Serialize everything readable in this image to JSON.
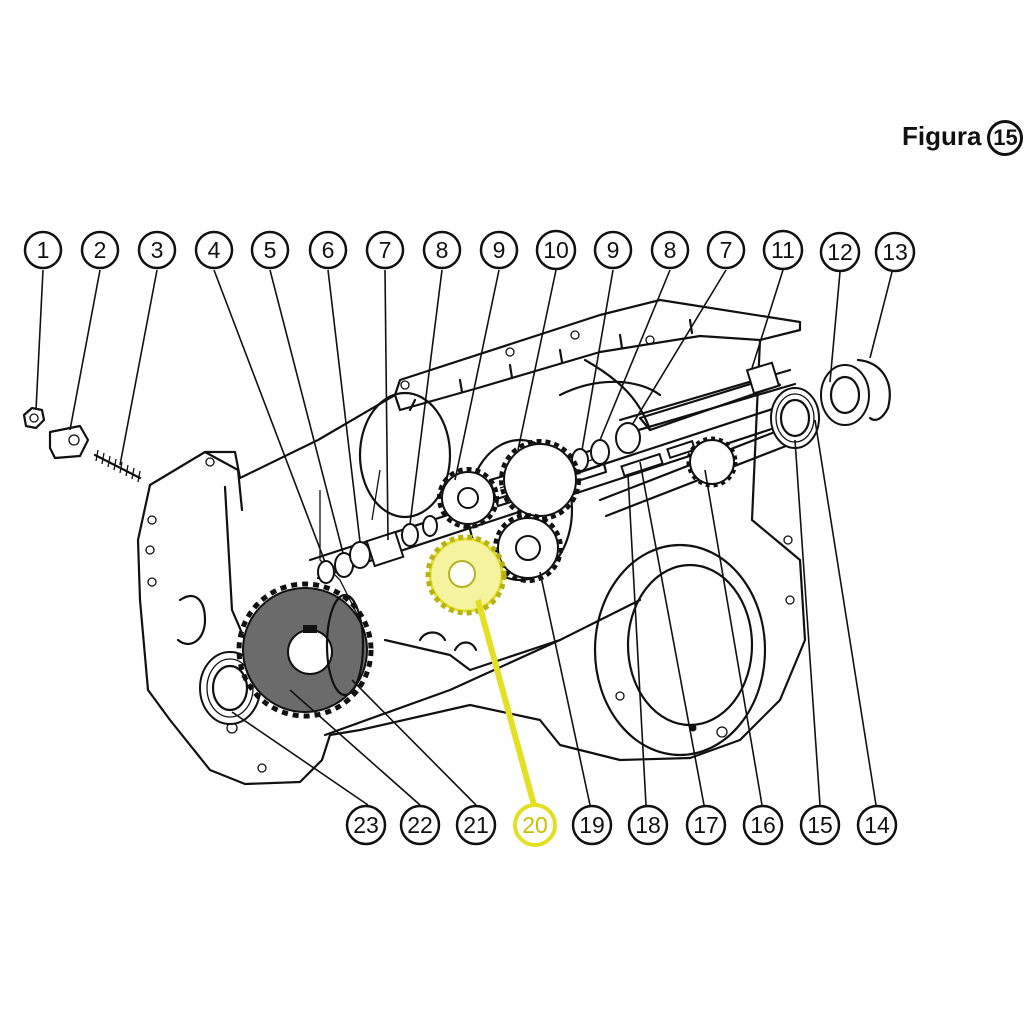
{
  "figure": {
    "label": "Figura",
    "number": "15"
  },
  "highlight": {
    "color": "#e3e024",
    "part": "20"
  },
  "callouts_top": [
    "1",
    "2",
    "3",
    "4",
    "5",
    "6",
    "7",
    "8",
    "9",
    "10",
    "9",
    "8",
    "7",
    "11",
    "12",
    "13"
  ],
  "callouts_bottom": [
    "23",
    "22",
    "21",
    "20",
    "19",
    "18",
    "17",
    "16",
    "15",
    "14"
  ]
}
